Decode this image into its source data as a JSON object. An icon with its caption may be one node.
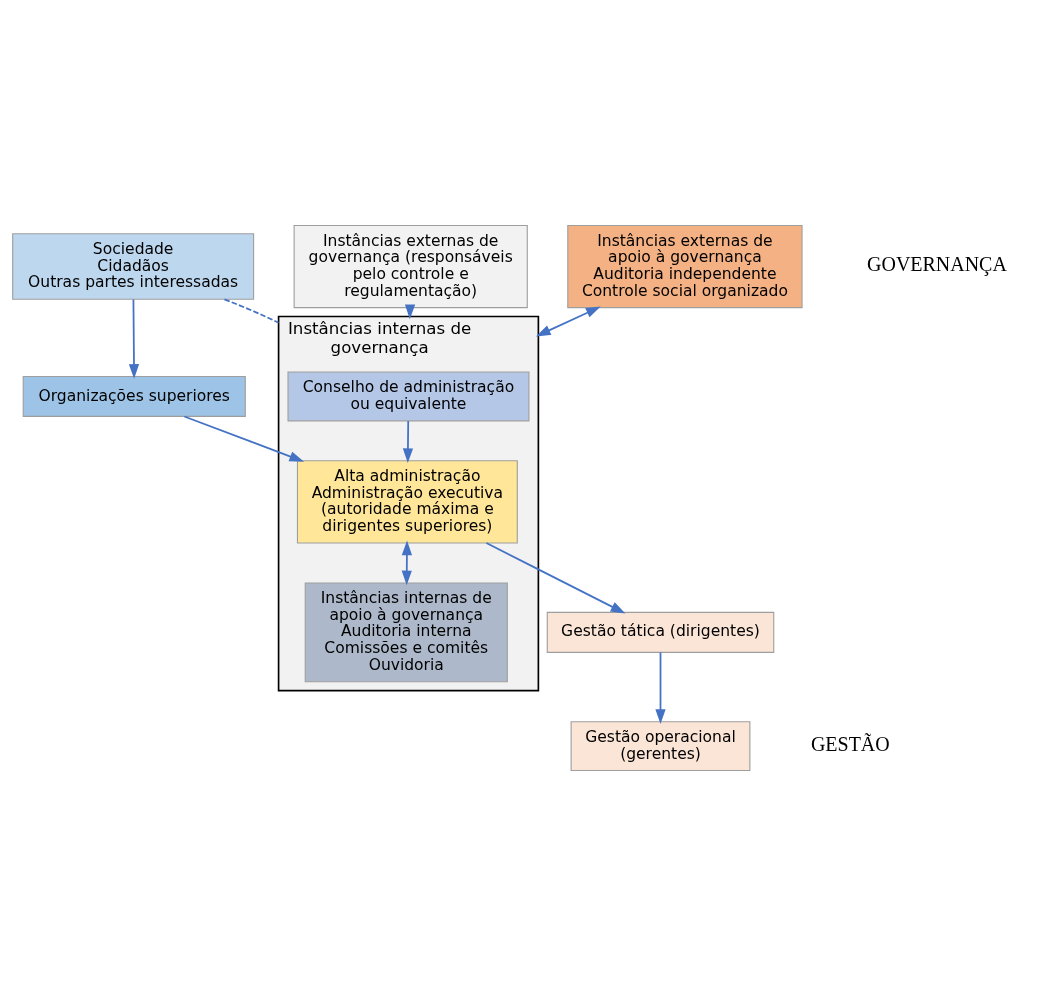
{
  "diagram": {
    "nodes": [
      {
        "text": [
          "Sociedade",
          "Cidadãos",
          "Outras partes interessadas"
        ]
      },
      {
        "text": [
          "Instâncias externas de governança (responsáveis pelo controle e regulamentação)"
        ]
      },
      {
        "text": [
          "Organizações superiores"
        ]
      },
      {
        "text": [
          "Instâncias internas de governança"
        ]
      },
      {
        "text": [
          "Instâncias externas de apoio à governança",
          "Auditoria independente",
          "Controle social organizado"
        ]
      },
      {
        "text": [
          "Conselho de administração ou equivalente"
        ],
        "in": 3
      },
      {
        "text": [
          "Alta administração",
          "Administração executiva (autoridade máxima e dirigentes superiores)"
        ],
        "in": 3
      },
      {
        "text": [
          "Instâncias internas de apoio à governança",
          "Auditoria interna",
          "Comissões e comitês",
          "Ouvidoria"
        ],
        "in": 3
      },
      {
        "text": [
          "Gestão tática (dirigentes)"
        ]
      },
      {
        "text": [
          "Gestão operacional (gerentes)"
        ]
      }
    ],
    "edges": [
      {
        "from": 0,
        "to": 2,
        "arrow": "to"
      },
      {
        "from": 0,
        "to": 3,
        "arrow": "none",
        "style": "dashed"
      },
      {
        "from": 1,
        "to": 3,
        "arrow": "to"
      },
      {
        "from": 2,
        "to": 6,
        "arrow": "to"
      },
      {
        "from": 4,
        "to": 3,
        "arrow": "both"
      },
      {
        "from": 5,
        "to": 6,
        "arrow": "to"
      },
      {
        "from": 6,
        "to": 7,
        "arrow": "both"
      },
      {
        "from": 6,
        "to": 8,
        "arrow": "to"
      },
      {
        "from": 8,
        "to": 9,
        "arrow": "to"
      }
    ],
    "labels": [
      "GOVERNANÇA",
      "GESTÃO"
    ]
  }
}
